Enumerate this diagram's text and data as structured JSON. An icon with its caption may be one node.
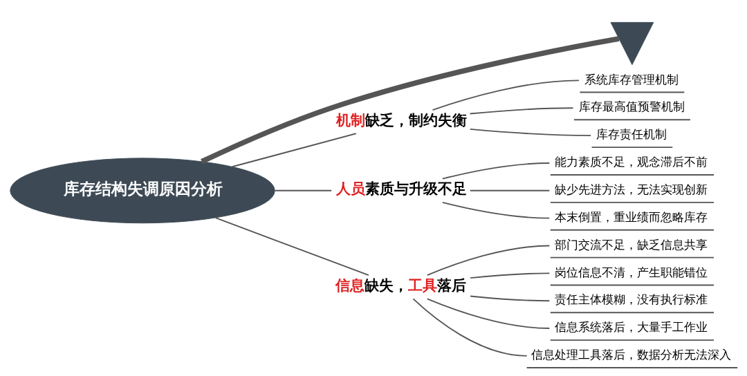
{
  "diagram": {
    "nodes": [
      {
        "text": [
          "库存结构失调原因分析"
        ]
      },
      {
        "text": [
          "**机制**缺乏，制约失衡"
        ]
      },
      {
        "text": [
          "系统库存管理机制"
        ]
      },
      {
        "text": [
          "库存最高值预警机制"
        ]
      },
      {
        "text": [
          "库存责任机制"
        ]
      },
      {
        "text": [
          "**人员**素质与升级不足"
        ]
      },
      {
        "text": [
          "能力素质不足，观念滞后不前"
        ]
      },
      {
        "text": [
          "缺少先进方法，无法实现创新"
        ]
      },
      {
        "text": [
          "本末倒置，重业绩而忽略库存"
        ]
      },
      {
        "text": [
          "**信息**缺失，**工具**落后"
        ]
      },
      {
        "text": [
          "部门交流不足，缺乏信息共享"
        ]
      },
      {
        "text": [
          "岗位信息不清，产生职能错位"
        ]
      },
      {
        "text": [
          "责任主体模糊，没有执行标准"
        ]
      },
      {
        "text": [
          "信息系统落后，大量手工作业"
        ]
      },
      {
        "text": [
          "信息处理工具落后，数据分析无法深入"
        ]
      },
      {
        "text": [],
        "shape": "tail"
      }
    ],
    "edges": [
      {
        "from": 2,
        "to": 1,
        "arrow": "none"
      },
      {
        "from": 3,
        "to": 1,
        "arrow": "none"
      },
      {
        "from": 4,
        "to": 1,
        "arrow": "none"
      },
      {
        "from": 6,
        "to": 5,
        "arrow": "none"
      },
      {
        "from": 7,
        "to": 5,
        "arrow": "none"
      },
      {
        "from": 8,
        "to": 5,
        "arrow": "none"
      },
      {
        "from": 10,
        "to": 9,
        "arrow": "none"
      },
      {
        "from": 11,
        "to": 9,
        "arrow": "none"
      },
      {
        "from": 12,
        "to": 9,
        "arrow": "none"
      },
      {
        "from": 13,
        "to": 9,
        "arrow": "none"
      },
      {
        "from": 14,
        "to": 9,
        "arrow": "none"
      },
      {
        "from": 1,
        "to": 0,
        "arrow": "none"
      },
      {
        "from": 5,
        "to": 0,
        "arrow": "none"
      },
      {
        "from": 9,
        "to": 0,
        "arrow": "none"
      },
      {
        "from": 0,
        "to": 15,
        "arrow": "none",
        "style": "thick"
      }
    ]
  }
}
